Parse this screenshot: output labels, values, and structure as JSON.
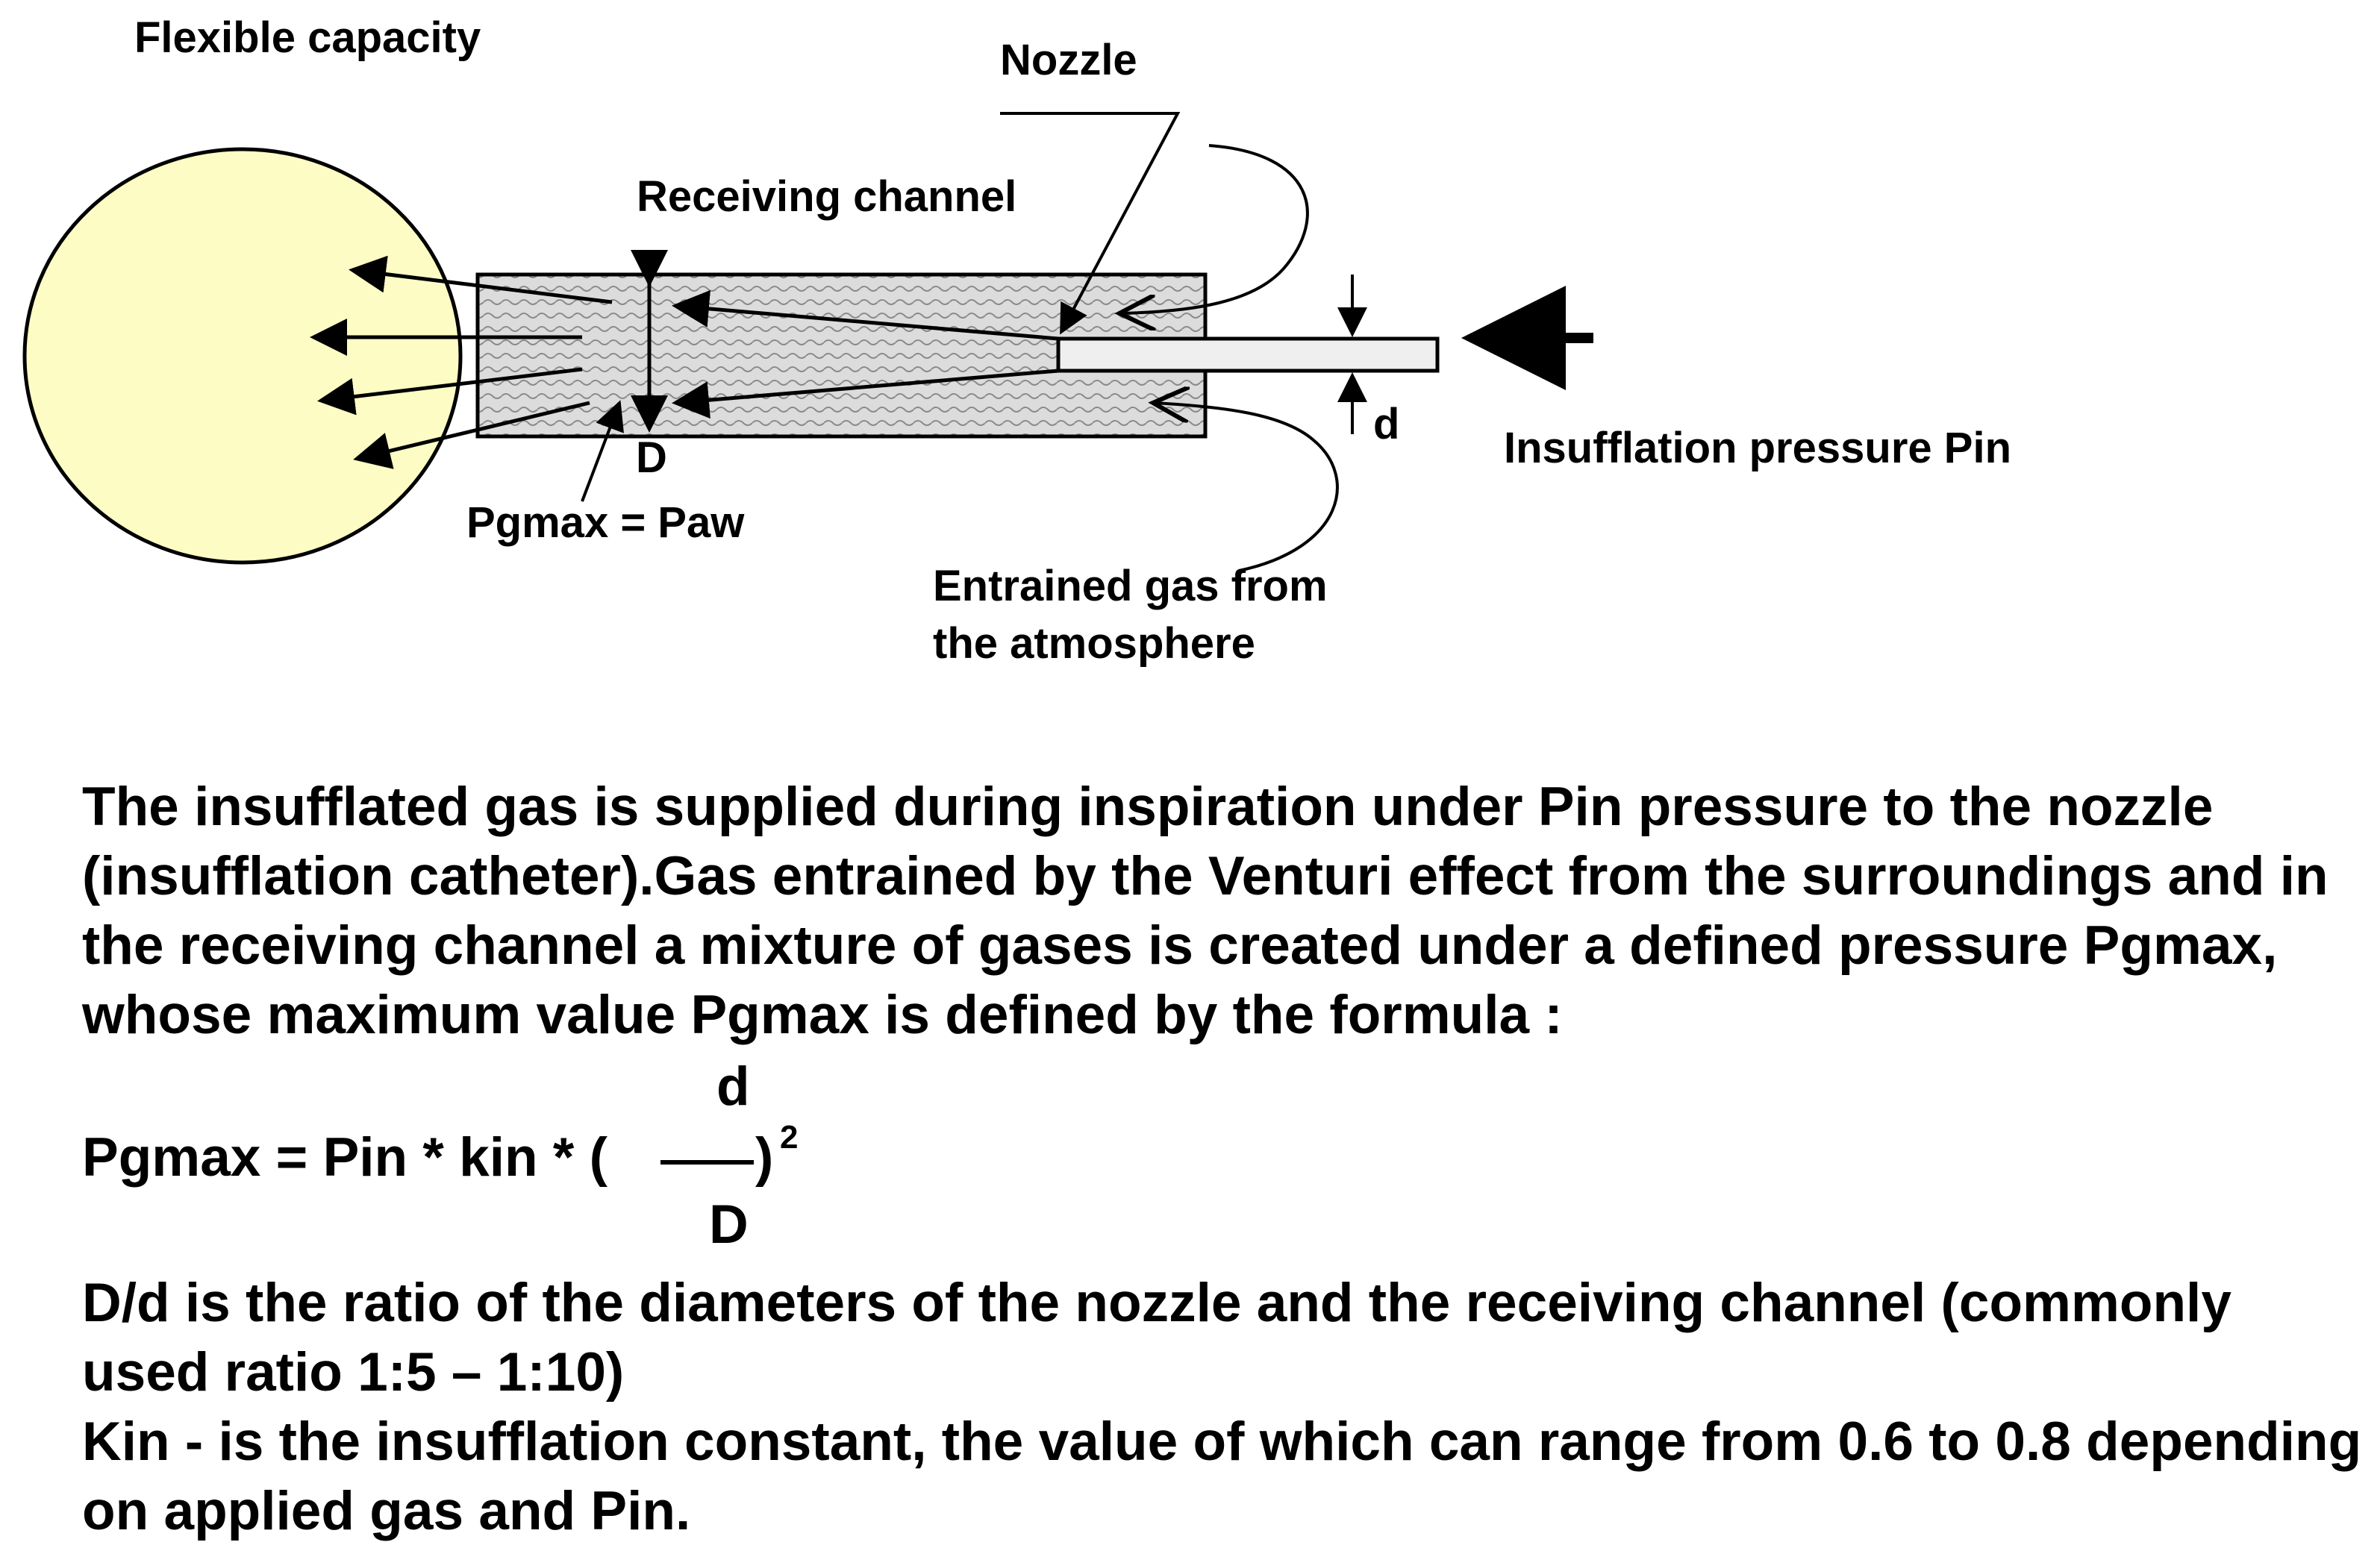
{
  "diagram": {
    "labels": {
      "flexible_capacity": "Flexible capacity",
      "nozzle": "Nozzle",
      "receiving_channel": "Receiving channel",
      "d": "d",
      "D": "D",
      "pgmax_paw": "Pgmax = Paw",
      "insufflation_pressure": "Insufflation pressure Pin",
      "entrained_line1": "Entrained gas from",
      "entrained_line2": "the atmosphere"
    },
    "colors": {
      "capacity_fill": "#fdfcc4",
      "channel_fill": "#dcdcdc",
      "nozzle_fill": "#efefef"
    }
  },
  "text": {
    "para1": "The insufflated gas is supplied during inspiration under Pin pressure to the nozzle (insufflation catheter).Gas entrained by the Venturi effect from the surroundings and in the receiving channel a mixture of gases is created under a defined pressure Pgmax, whose maximum value Pgmax is defined by the formula :",
    "formula_lhs": "Pgmax = Pin * kin *  (",
    "formula_num": "d",
    "formula_den": "D",
    "formula_close": ")",
    "formula_exp": "2",
    "para2": "D/d is the ratio of the diameters of the nozzle and the receiving channel (commonly used ratio 1:5 – 1:10)",
    "para3": "Kin - is the insufflation constant, the value of which can range from 0.6 to 0.8 depending on applied gas and Pin."
  }
}
